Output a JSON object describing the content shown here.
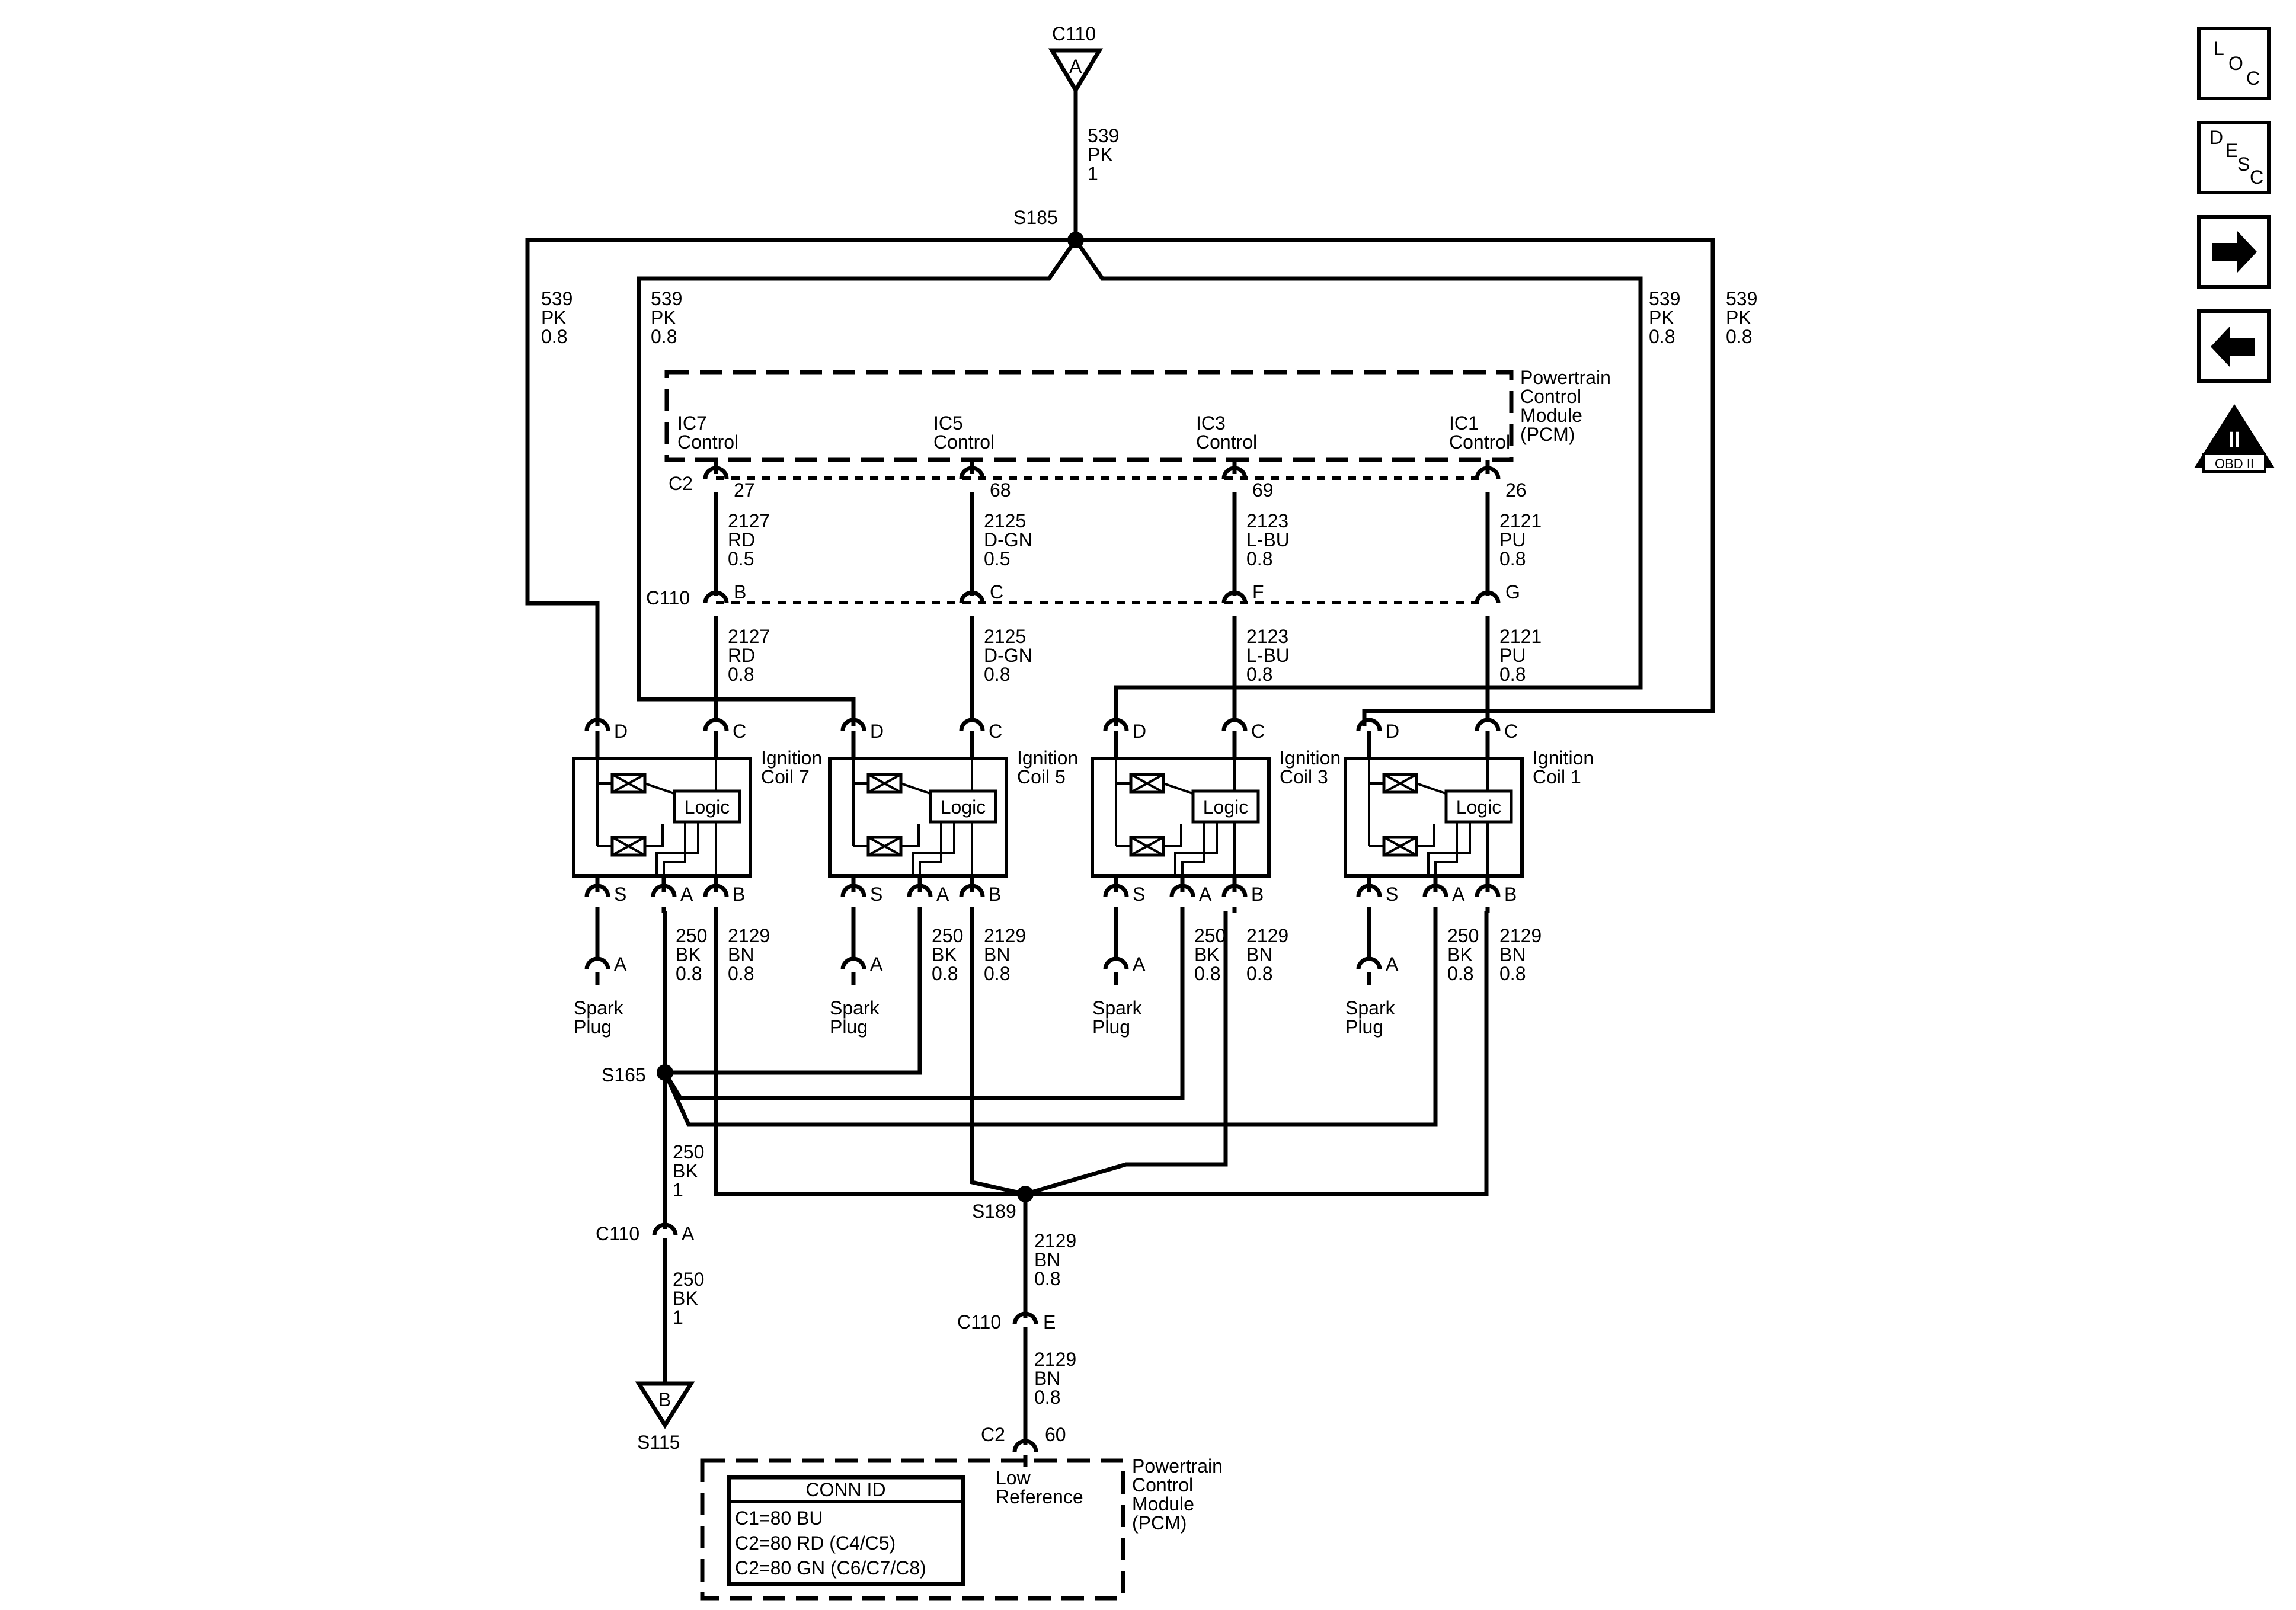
{
  "connectors": {
    "c110_top": "C110",
    "c110_top_pin": "A",
    "s185": "S185",
    "s165": "S165",
    "s189": "S189",
    "s115": "S115",
    "c2": "C2",
    "c110": "C110",
    "c110_bottom_a": "C110",
    "c110_bottom_a_pin": "A",
    "c110_bottom_e": "C110",
    "c110_bottom_e_pin": "E",
    "c2_bottom": "C2",
    "c2_bottom_pin": "60",
    "s115_pin": "B"
  },
  "wires": {
    "top": [
      "539",
      "PK",
      "1"
    ],
    "left_outer": [
      "539",
      "PK",
      "0.8"
    ],
    "left_inner": [
      "539",
      "PK",
      "0.8"
    ],
    "right_inner": [
      "539",
      "PK",
      "0.8"
    ],
    "right_outer": [
      "539",
      "PK",
      "0.8"
    ],
    "ground_upper": [
      "250",
      "BK",
      "1"
    ],
    "ground_lower": [
      "250",
      "BK",
      "1"
    ],
    "ref_upper": [
      "2129",
      "BN",
      "0.8"
    ],
    "ref_lower": [
      "2129",
      "BN",
      "0.8"
    ]
  },
  "pcm_top": {
    "label": [
      "Powertrain",
      "Control",
      "Module",
      "(PCM)"
    ]
  },
  "channels": [
    {
      "ic": [
        "IC7",
        "Control"
      ],
      "pcm_pin": "27",
      "c110_pin": "B",
      "wire_a": [
        "2127",
        "RD",
        "0.5"
      ],
      "wire_b": [
        "2127",
        "RD",
        "0.8"
      ],
      "coil": [
        "Ignition",
        "Coil 7"
      ]
    },
    {
      "ic": [
        "IC5",
        "Control"
      ],
      "pcm_pin": "68",
      "c110_pin": "C",
      "wire_a": [
        "2125",
        "D-GN",
        "0.5"
      ],
      "wire_b": [
        "2125",
        "D-GN",
        "0.8"
      ],
      "coil": [
        "Ignition",
        "Coil 5"
      ]
    },
    {
      "ic": [
        "IC3",
        "Control"
      ],
      "pcm_pin": "69",
      "c110_pin": "F",
      "wire_a": [
        "2123",
        "L-BU",
        "0.8"
      ],
      "wire_b": [
        "2123",
        "L-BU",
        "0.8"
      ],
      "coil": [
        "Ignition",
        "Coil 3"
      ]
    },
    {
      "ic": [
        "IC1",
        "Control"
      ],
      "pcm_pin": "26",
      "c110_pin": "G",
      "wire_a": [
        "2121",
        "PU",
        "0.8"
      ],
      "wire_b": [
        "2121",
        "PU",
        "0.8"
      ],
      "coil": [
        "Ignition",
        "Coil 1"
      ]
    }
  ],
  "coil_common": {
    "logic": "Logic",
    "pin_d": "D",
    "pin_c": "C",
    "pin_s": "S",
    "pin_a": "A",
    "pin_b": "B",
    "spark_pin": "A",
    "spark_label": [
      "Spark",
      "Plug"
    ],
    "wire_250": [
      "250",
      "BK",
      "0.8"
    ],
    "wire_2129": [
      "2129",
      "BN",
      "0.8"
    ]
  },
  "pcm_bottom": {
    "label": [
      "Powertrain",
      "Control",
      "Module",
      "(PCM)"
    ],
    "low_ref": [
      "Low",
      "Reference"
    ],
    "conn_id_title": "CONN ID",
    "conn_id_rows": [
      "C1=80 BU",
      "C2=80 RD (C4/C5)",
      "C2=80 GN (C6/C7/C8)"
    ]
  },
  "nav": {
    "loc": [
      "L",
      "O",
      "C"
    ],
    "desc": [
      "D",
      "E",
      "S",
      "C"
    ],
    "obd": [
      "II",
      "OBD II"
    ]
  }
}
